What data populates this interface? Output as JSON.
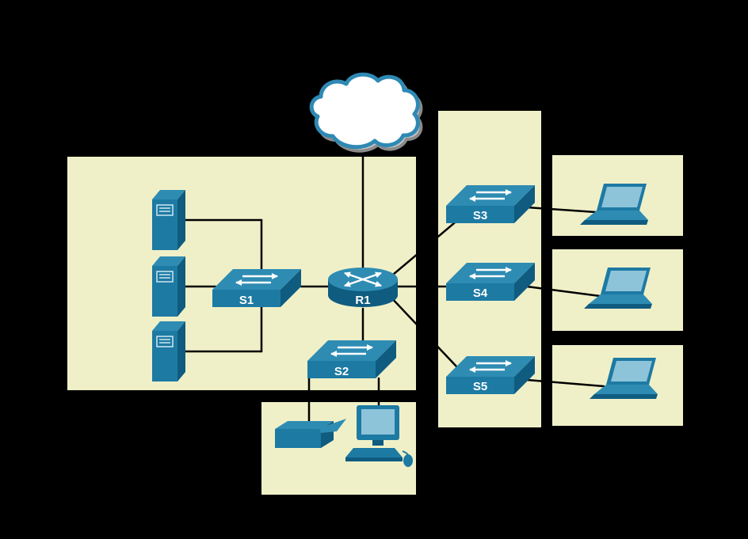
{
  "diagram": {
    "type": "network-topology",
    "colors": {
      "background": "#000000",
      "zone": "#f0f0c8",
      "device_blue": "#1d7aa3",
      "device_blue_light": "#2e8cb3",
      "device_blue_dark": "#0f5c80",
      "screen_blue": "#8ec4da",
      "cloud_outline": "#2e89b3",
      "link": "#000000",
      "label": "#ffffff"
    },
    "nodes": {
      "cloud": {
        "type": "cloud",
        "label": ""
      },
      "r1": {
        "type": "router",
        "label": "R1"
      },
      "s1": {
        "type": "switch",
        "label": "S1"
      },
      "s2": {
        "type": "switch",
        "label": "S2"
      },
      "s3": {
        "type": "switch",
        "label": "S3"
      },
      "s4": {
        "type": "switch",
        "label": "S4"
      },
      "s5": {
        "type": "switch",
        "label": "S5"
      },
      "server1": {
        "type": "server",
        "label": ""
      },
      "server2": {
        "type": "server",
        "label": ""
      },
      "server3": {
        "type": "server",
        "label": ""
      },
      "laptop1": {
        "type": "laptop",
        "label": ""
      },
      "laptop2": {
        "type": "laptop",
        "label": ""
      },
      "laptop3": {
        "type": "laptop",
        "label": ""
      },
      "pc1": {
        "type": "desktop-pc",
        "label": ""
      },
      "printer1": {
        "type": "printer",
        "label": ""
      }
    },
    "edges": [
      [
        "cloud",
        "r1"
      ],
      [
        "s1",
        "r1"
      ],
      [
        "server1",
        "s1"
      ],
      [
        "server2",
        "s1"
      ],
      [
        "server3",
        "s1"
      ],
      [
        "r1",
        "s2"
      ],
      [
        "r1",
        "s3"
      ],
      [
        "r1",
        "s4"
      ],
      [
        "r1",
        "s5"
      ],
      [
        "s3",
        "laptop1"
      ],
      [
        "s4",
        "laptop2"
      ],
      [
        "s5",
        "laptop3"
      ],
      [
        "s2",
        "printer1"
      ],
      [
        "s2",
        "pc1"
      ]
    ]
  }
}
